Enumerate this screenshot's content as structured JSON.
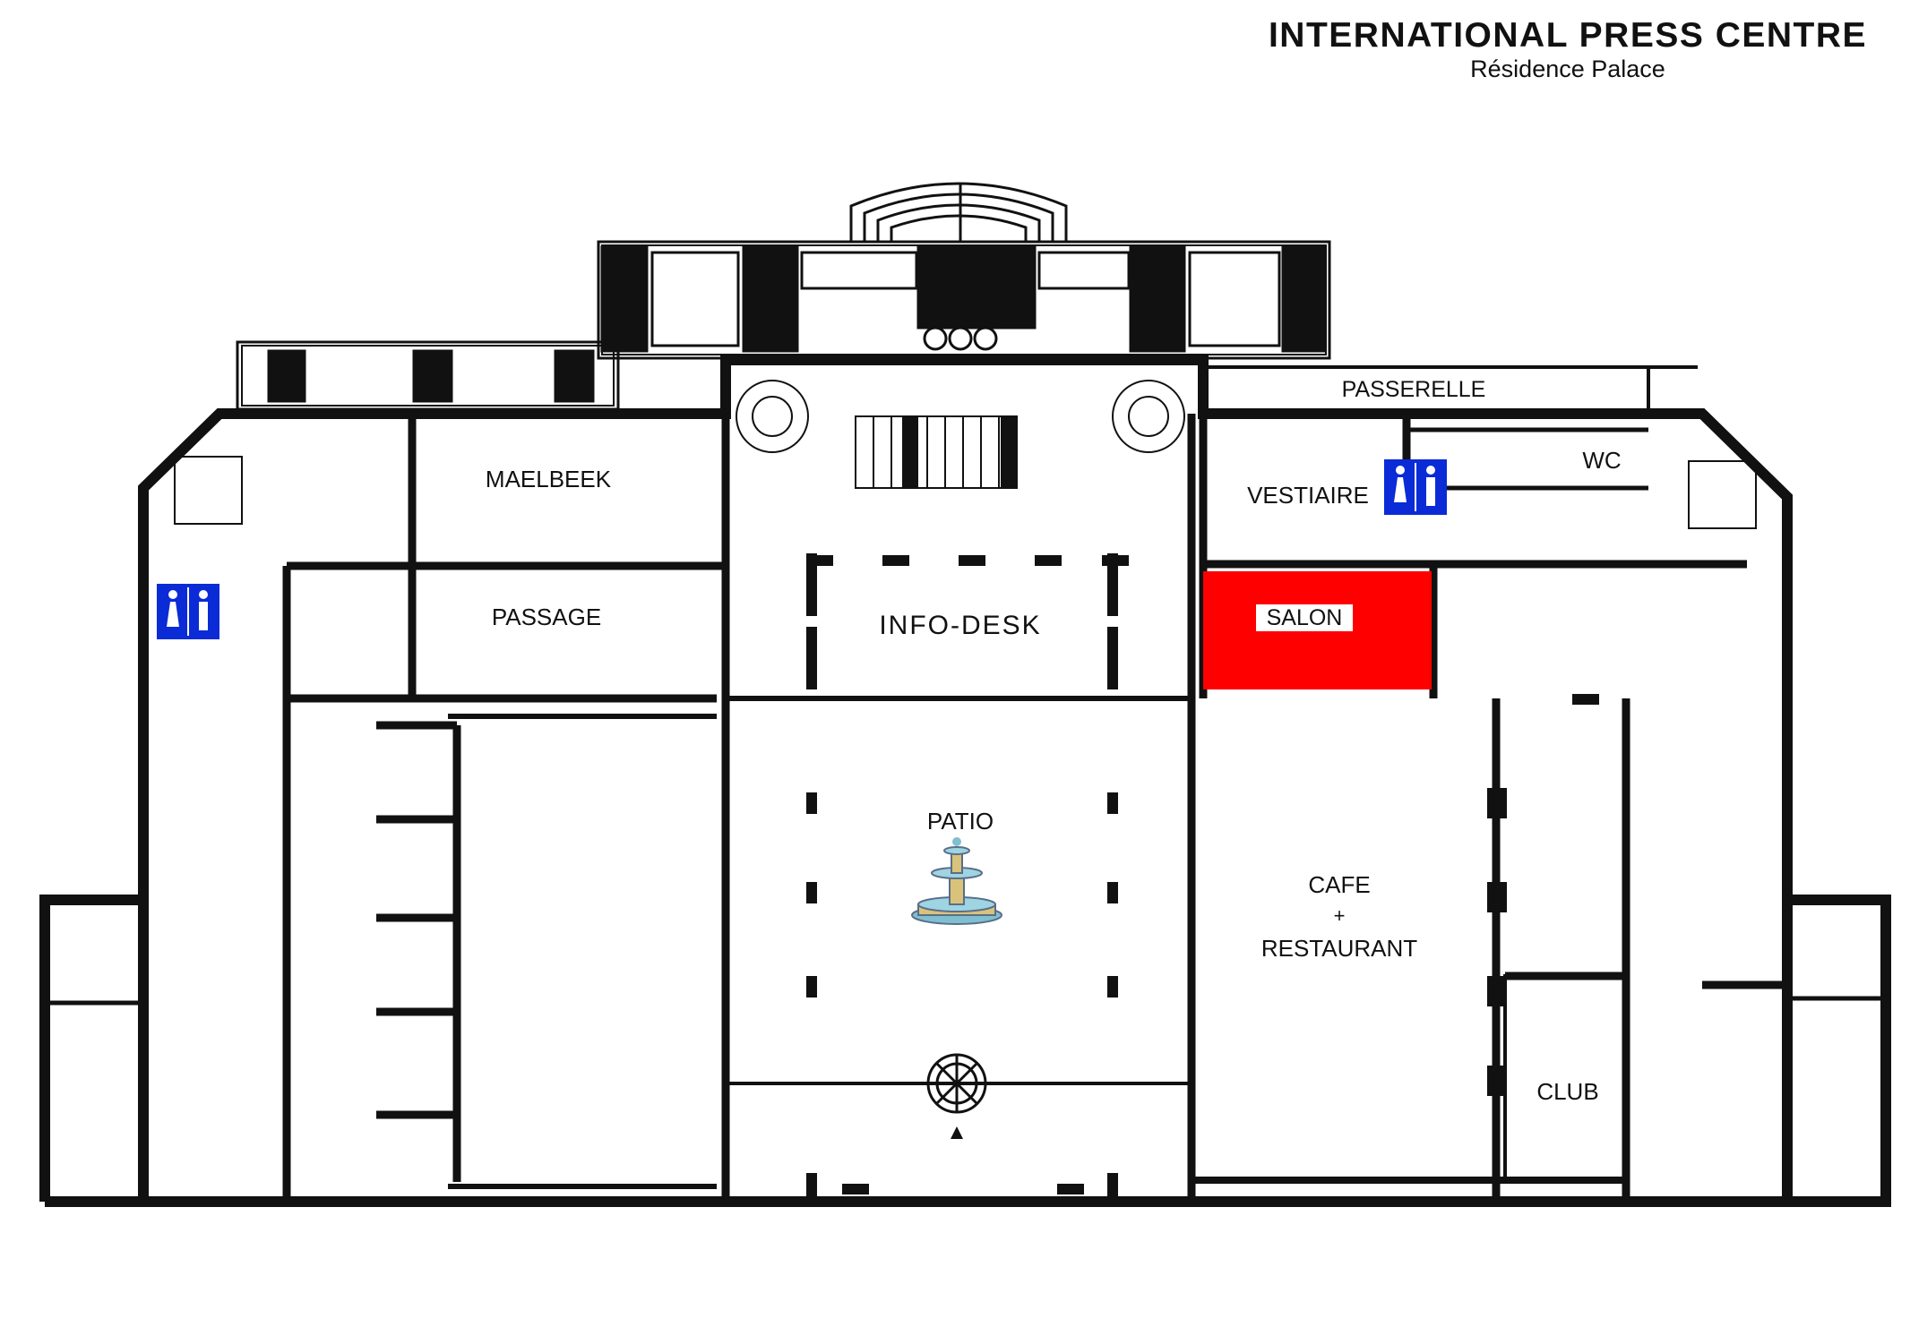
{
  "header": {
    "title": "INTERNATIONAL PRESS CENTRE",
    "subtitle": "Résidence Palace"
  },
  "rooms": {
    "passerelle": "PASSERELLE",
    "maelbeek": "MAELBEEK",
    "vestiaire": "VESTIAIRE",
    "wc": "WC",
    "passage": "PASSAGE",
    "info_desk": "INFO-DESK",
    "salon": "SALON",
    "patio": "PATIO",
    "cafe": "CAFE",
    "plus": "+",
    "restaurant": "RESTAURANT",
    "club": "CLUB"
  },
  "icons": {
    "restroom": "restroom-icon",
    "fountain": "fountain-icon",
    "compass": "compass-rose-icon",
    "entrance": "entrance-arrow-icon"
  },
  "colors": {
    "highlight": "#ff0000",
    "restroom_sign": "#0a2bd6",
    "wall": "#111111"
  }
}
